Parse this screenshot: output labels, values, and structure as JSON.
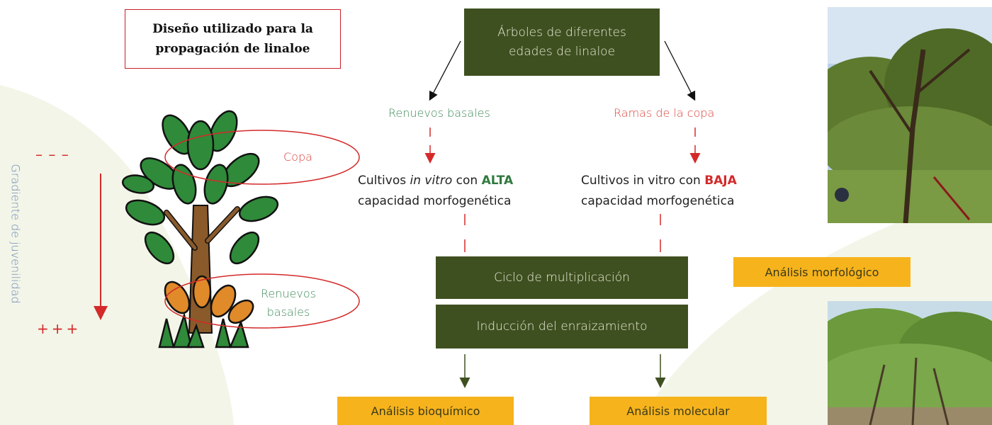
{
  "title": {
    "line1": "Diseño utilizado para la",
    "line2": "propagación de linaloe"
  },
  "top_box": {
    "line1": "Árboles de diferentes",
    "line2": "edades de linaloe"
  },
  "branch_left": "Renuevos basales",
  "branch_right": "Ramas de la copa",
  "culture_left": {
    "prefix": "Cultivos ",
    "italic": "in vitro",
    "middle": " con ",
    "highlight": "ALTA",
    "line2": "capacidad morfogenética"
  },
  "culture_right": {
    "prefix": "Cultivos in vitro con ",
    "highlight": "BAJA",
    "line2": "capacidad morfogenética"
  },
  "process": {
    "multiplication": "Ciclo de multiplicación",
    "rooting": "Inducción del enraizamiento"
  },
  "analyses": {
    "morphological": "Análisis morfológico",
    "biochemical": "Análisis bioquímico",
    "molecular": "Análisis molecular"
  },
  "tree_labels": {
    "crown": "Copa",
    "basal_line1": "Renuevos",
    "basal_line2": "basales"
  },
  "gradient": {
    "label": "Gradiente de juvenilidad",
    "low": "– – –",
    "high": "+++"
  },
  "colors": {
    "dark_green": "#3f5020",
    "yellow": "#f6b31c",
    "red": "#c8202a",
    "text_green": "#3f8a5a",
    "text_red": "#d9453f"
  }
}
